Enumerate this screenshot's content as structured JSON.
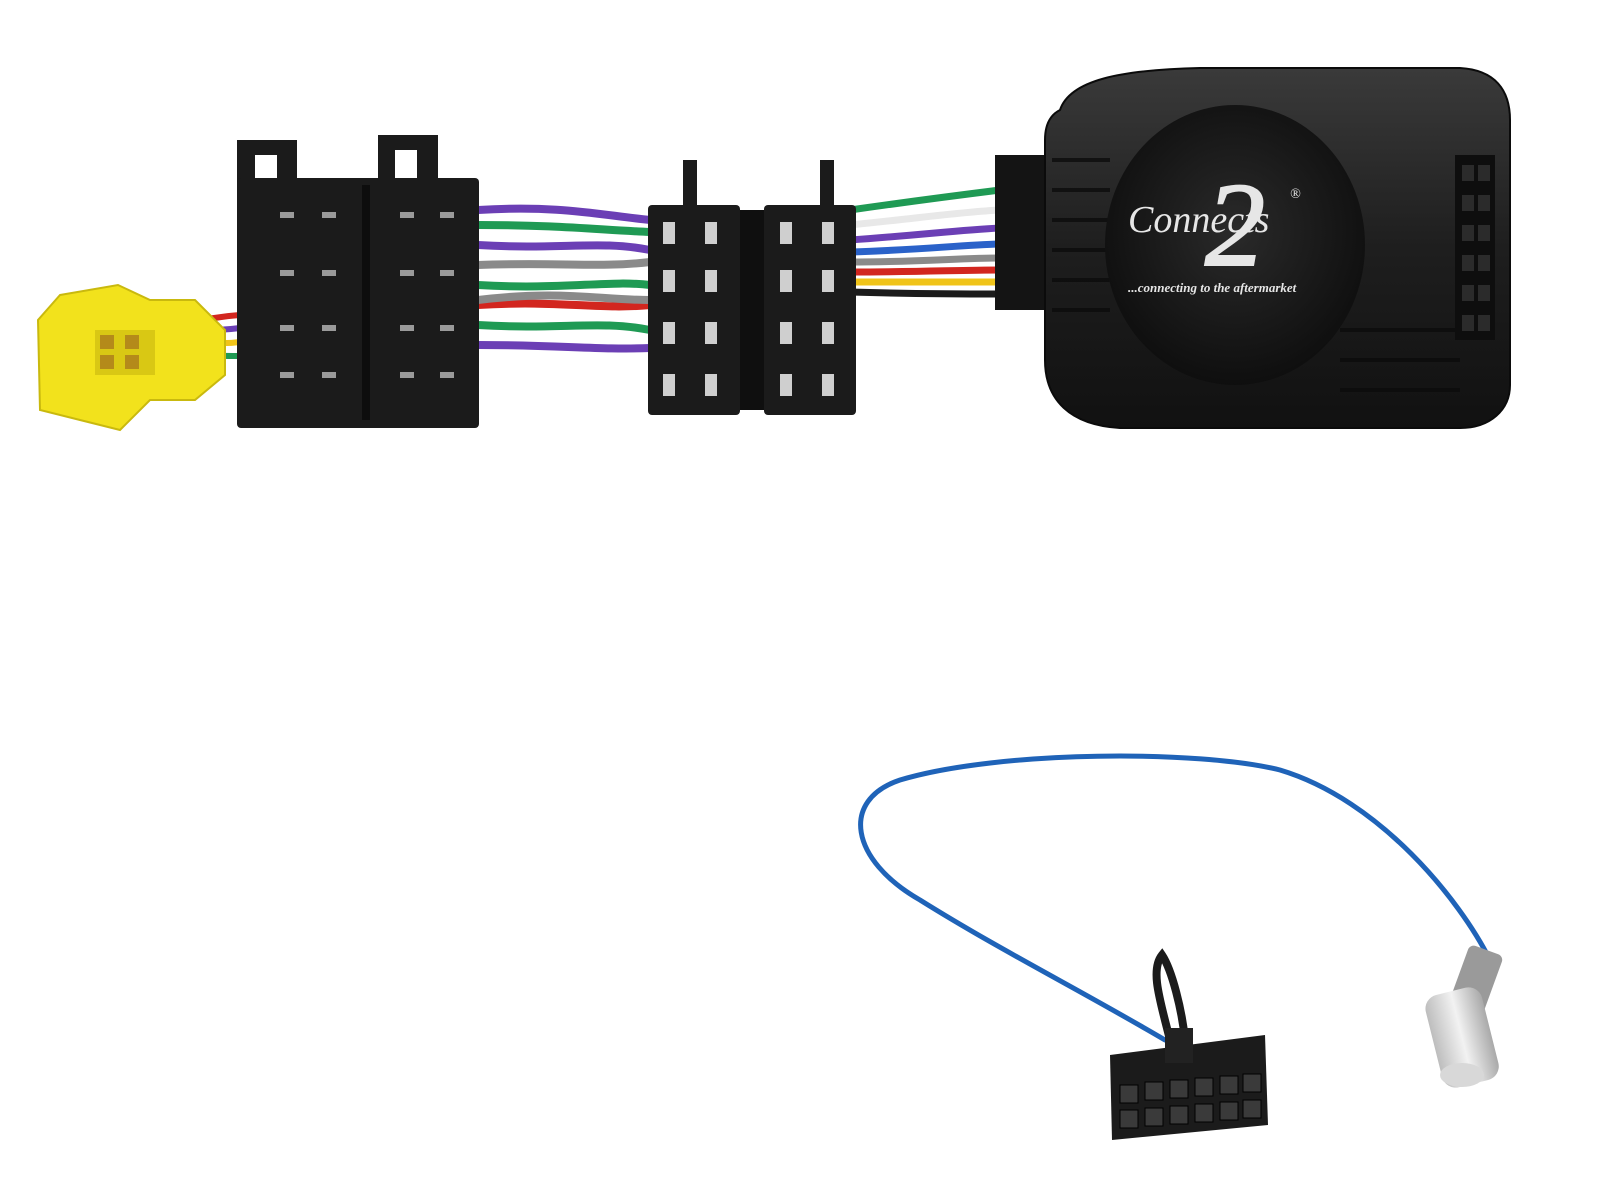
{
  "product": {
    "brand_wordmark": "Connects",
    "brand_numeral": "2",
    "registered_mark": "®",
    "tagline": "...connecting to the aftermarket"
  },
  "colors": {
    "background": "#ffffff",
    "plastic_black": "#1b1b1b",
    "yellow_connector": "#f2e21c",
    "blue_lead": "#1f63b8",
    "wire_green": "#1f9a54",
    "wire_purple": "#6b3fb5",
    "wire_grey": "#8a8a8a",
    "wire_red": "#d2261f",
    "wire_yellow": "#f0c419",
    "wire_white": "#e8e8e8",
    "wire_blue": "#2a62c9"
  },
  "icons": [
    "iso-connector-icon",
    "steering-interface-box-icon",
    "antenna-adapter-lead-icon"
  ]
}
